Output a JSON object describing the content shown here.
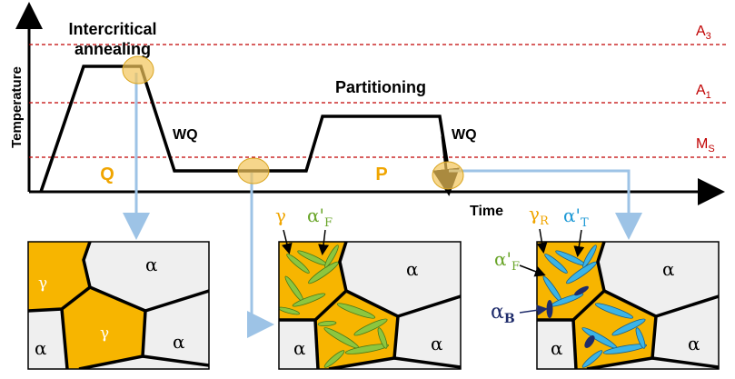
{
  "axes": {
    "y_label": "Temperature",
    "x_label": "Time"
  },
  "levels": [
    {
      "id": "a3",
      "main": "A",
      "sub": "3"
    },
    {
      "id": "a1",
      "main": "A",
      "sub": "1"
    },
    {
      "id": "ms",
      "main": "M",
      "sub": "S"
    }
  ],
  "stages": {
    "intercritical_line1": "Intercritical",
    "intercritical_line2": "annealing",
    "partitioning": "Partitioning",
    "wq_first": "WQ",
    "wq_second": "WQ",
    "q": "Q",
    "p": "P"
  },
  "micro1": {
    "gamma_top": "γ",
    "gamma_center": "γ",
    "alpha_top": "α",
    "alpha_left": "α",
    "alpha_right": "α"
  },
  "micro2": {
    "gamma_label": "γ",
    "martensite_main": "α'",
    "martensite_sub": "F",
    "alpha_top": "α",
    "alpha_left": "α",
    "alpha_right": "α"
  },
  "micro3": {
    "gamma_main": "γ",
    "gamma_sub": "R",
    "tempered_main": "α'",
    "tempered_sub": "T",
    "fresh_main": "α'",
    "fresh_sub": "F",
    "bainite_main": "α",
    "bainite_sub": "B",
    "alpha_top": "α",
    "alpha_left": "α",
    "alpha_right": "α"
  },
  "colors": {
    "austenite": "#f7b500",
    "ferrite": "#efefef",
    "level_line": "#c00000",
    "arrow": "#9dc3e6",
    "marker": "#f2c45a",
    "stage_text": "#f0a500",
    "martensite_fresh": "#8cc63f",
    "martensite_tempered": "#3cb4e6",
    "bainite": "#1f2c6b",
    "retained_gamma_label": "#f0a500"
  }
}
